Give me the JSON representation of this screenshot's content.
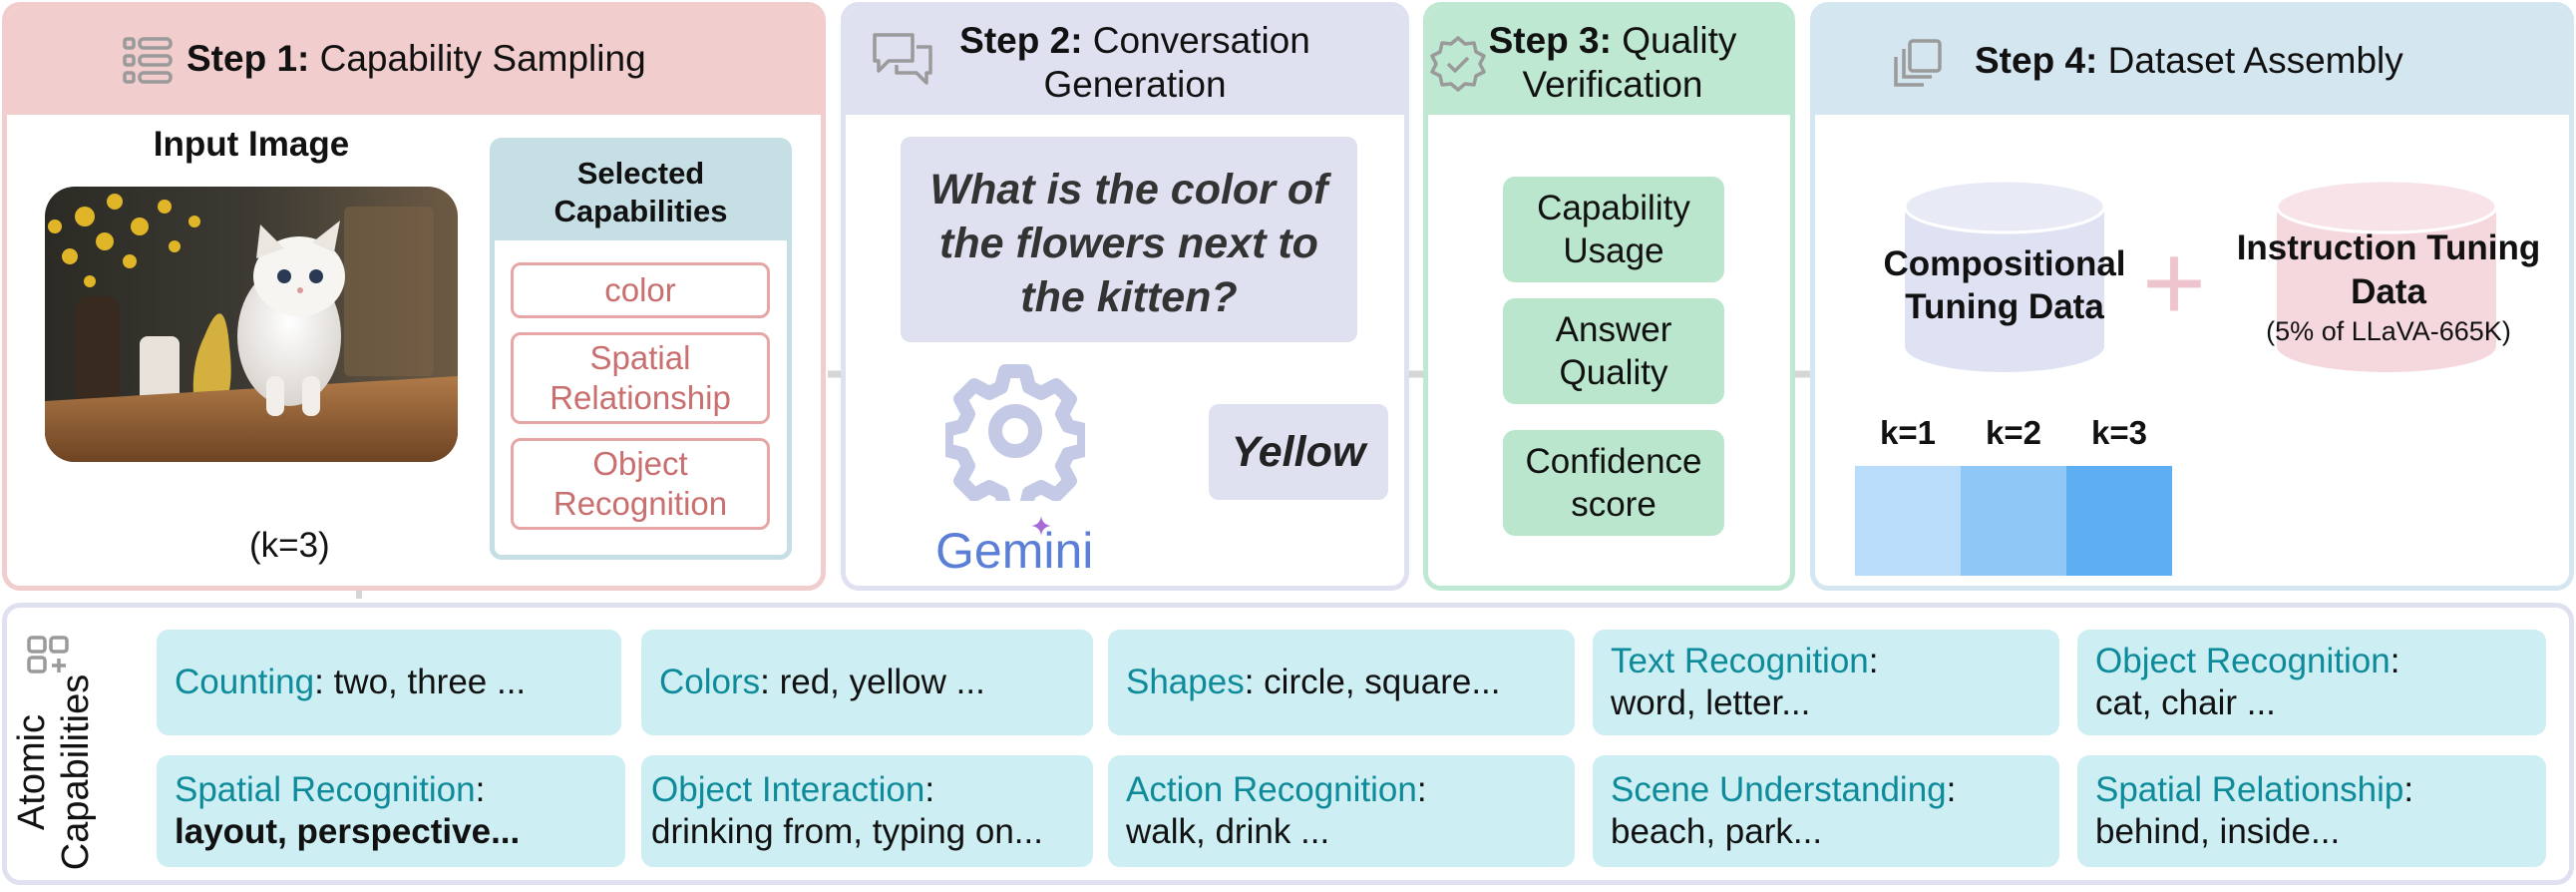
{
  "step1": {
    "title_bold": "Step 1:",
    "title_rest": " Capability Sampling",
    "input_label": "Input Image",
    "k_label": "(k=3)",
    "selected_title_1": "Selected",
    "selected_title_2": "Capabilities",
    "capabilities": [
      {
        "line1": "color",
        "line2": ""
      },
      {
        "line1": "Spatial",
        "line2": "Relationship"
      },
      {
        "line1": "Object",
        "line2": "Recognition"
      }
    ]
  },
  "step2": {
    "title_bold": "Step 2:",
    "title_rest": " Conversation",
    "title_line2": "Generation",
    "question_1": "What is the color of",
    "question_2": "the flowers next to",
    "question_3": "the kitten?",
    "answer": "Yellow",
    "model_label": "Gemini"
  },
  "step3": {
    "title_bold": "Step 3:",
    "title_rest": " Quality",
    "title_line2": "Verification",
    "checks": [
      {
        "line1": "Capability",
        "line2": "Usage"
      },
      {
        "line1": "Answer",
        "line2": "Quality"
      },
      {
        "line1": "Confidence",
        "line2": "score"
      }
    ]
  },
  "step4": {
    "title_bold": "Step 4:",
    "title_rest": " Dataset Assembly",
    "db1_line1": "Compositional",
    "db1_line2": "Tuning Data",
    "plus": "+",
    "db2_line1": "Instruction Tuning",
    "db2_line2": "Data",
    "db2_note": "(5% of LLaVA-665K)",
    "k_labels": [
      "k=1",
      "k=2",
      "k=3"
    ],
    "k_colors": [
      "#b9dcfa",
      "#8fc8f7",
      "#5eaef2"
    ]
  },
  "atomic": {
    "label_1": "Atomic",
    "label_2": "Capabilities",
    "items": [
      {
        "key": "Counting",
        "sep": ":",
        "inline": " two, three ...",
        "line2": ""
      },
      {
        "key": "Colors",
        "sep": ":",
        "inline": " red, yellow ...",
        "line2": ""
      },
      {
        "key": "Shapes",
        "sep": ":",
        "inline": " circle, square...",
        "line2": ""
      },
      {
        "key": "Text Recognition",
        "sep": ":",
        "inline": "",
        "line2": "word, letter..."
      },
      {
        "key": "Object Recognition",
        "sep": ":",
        "inline": "",
        "line2": "cat, chair ..."
      },
      {
        "key": "Spatial Recognition",
        "sep": ":",
        "inline": "",
        "line2": "layout, perspective..."
      },
      {
        "key": "Object Interaction",
        "sep": ":",
        "inline": "",
        "line2": "drinking from, typing on..."
      },
      {
        "key": "Action Recognition",
        "sep": ":",
        "inline": "",
        "line2": "walk, drink ..."
      },
      {
        "key": "Scene Understanding",
        "sep": ":",
        "inline": "",
        "line2": "beach, park..."
      },
      {
        "key": "Spatial Relationship",
        "sep": ":",
        "inline": "",
        "line2": "behind, inside..."
      }
    ]
  },
  "colors": {
    "step1": "#f2cdcd",
    "step2": "#dfe1f1",
    "step3": "#bfe8d2",
    "step4": "#d4e6f0",
    "atomic_key": "#0e8b9b"
  }
}
